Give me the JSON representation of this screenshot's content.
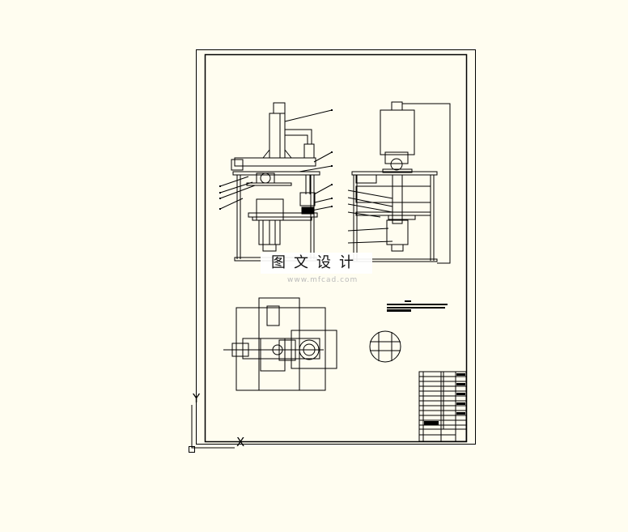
{
  "drawing": {
    "background_color": "#fffdf0",
    "line_color": "#000000",
    "watermark_text": "图文设计",
    "watermark_url": "www.mfcad.com",
    "ucs_y_label": "Y",
    "ucs_x_label": "X"
  }
}
